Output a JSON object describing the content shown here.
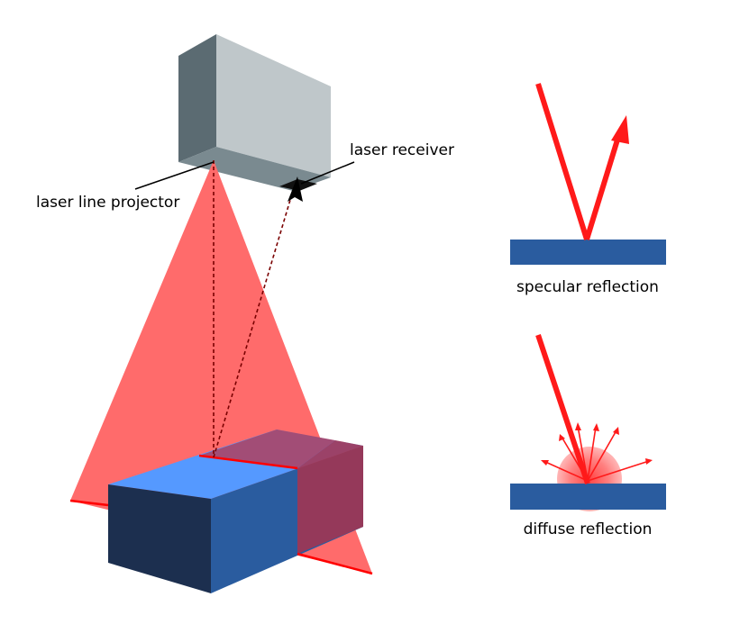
{
  "labels": {
    "laser_line_projector": "laser line projector",
    "laser_receiver": "laser receiver",
    "specular_reflection": "specular reflection",
    "diffuse_reflection": "diffuse reflection"
  },
  "colors": {
    "housing_front": "#bfc7ca",
    "housing_side": "#5b6b72",
    "housing_bottom": "#7a8a90",
    "laser_fan": "#ff6b6b",
    "laser_line": "#ff0000",
    "beam_dashed": "#7a0000",
    "object_top": "#5599ff",
    "object_front": "#2a5c9f",
    "object_side": "#1c2f4f",
    "surface": "#2a5c9f",
    "arrow_red": "#ff1a1a"
  }
}
